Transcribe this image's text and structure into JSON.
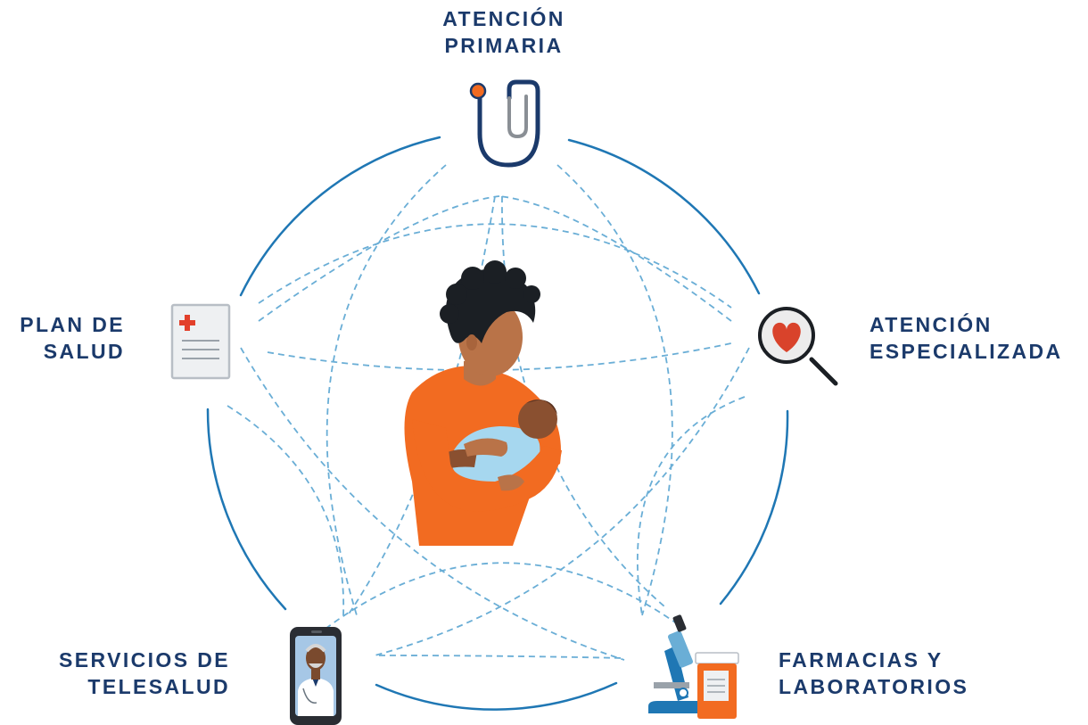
{
  "nodes": {
    "primary_care": {
      "line1": "ATENCIÓN",
      "line2": "PRIMARIA",
      "icon": "stethoscope-icon"
    },
    "specialized_care": {
      "line1": "ATENCIÓN",
      "line2": "ESPECIALIZADA",
      "icon": "heart-magnifier-icon"
    },
    "pharmacies_labs": {
      "line1": "FARMACIAS Y",
      "line2": "LABORATORIOS",
      "icon": "microscope-pill-bottle-icon"
    },
    "telehealth": {
      "line1": "SERVICIOS DE",
      "line2": "TELESALUD",
      "icon": "phone-doctor-icon"
    },
    "health_plan": {
      "line1": "PLAN DE",
      "line2": "SALUD",
      "icon": "medical-document-icon"
    }
  },
  "center": {
    "icon": "parent-holding-baby-illustration"
  },
  "colors": {
    "label": "#1b3a6b",
    "ring": "#1f77b4",
    "dashed": "#6aaed6",
    "orange": "#f26b21",
    "navy": "#1b3a6b"
  }
}
